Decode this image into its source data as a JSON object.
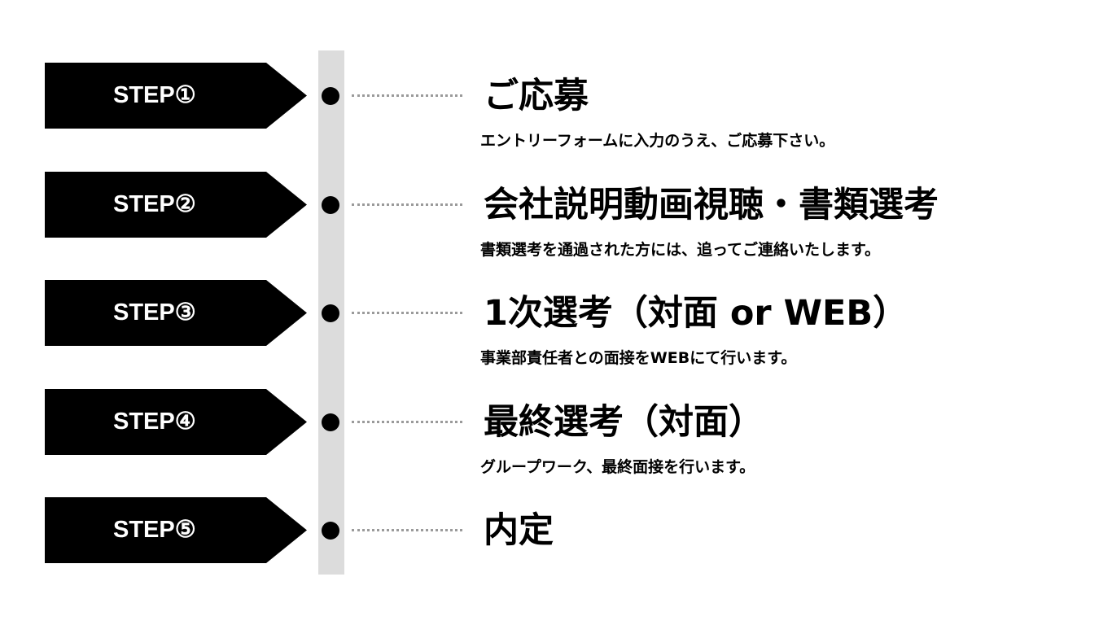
{
  "steps": [
    {
      "label": "STEP①",
      "title": "ご応募",
      "description": "エントリーフォームに入力のうえ、ご応募下さい。"
    },
    {
      "label": "STEP②",
      "title": "会社説明動画視聴・書類選考",
      "description": "書類選考を通過された方には、追ってご連絡いたします。"
    },
    {
      "label": "STEP③",
      "title": "1次選考（対面 or WEB）",
      "description": "事業部責任者との面接をWEBにて行います。"
    },
    {
      "label": "STEP④",
      "title": "最終選考（対面）",
      "description": "グループワーク、最終面接を行います。"
    },
    {
      "label": "STEP⑤",
      "title": "内定",
      "description": ""
    }
  ],
  "colors": {
    "badge": "#000000",
    "badge_text": "#ffffff",
    "timeline": "#dcdcdc",
    "connector": "#9a9a9a",
    "text": "#000000"
  }
}
